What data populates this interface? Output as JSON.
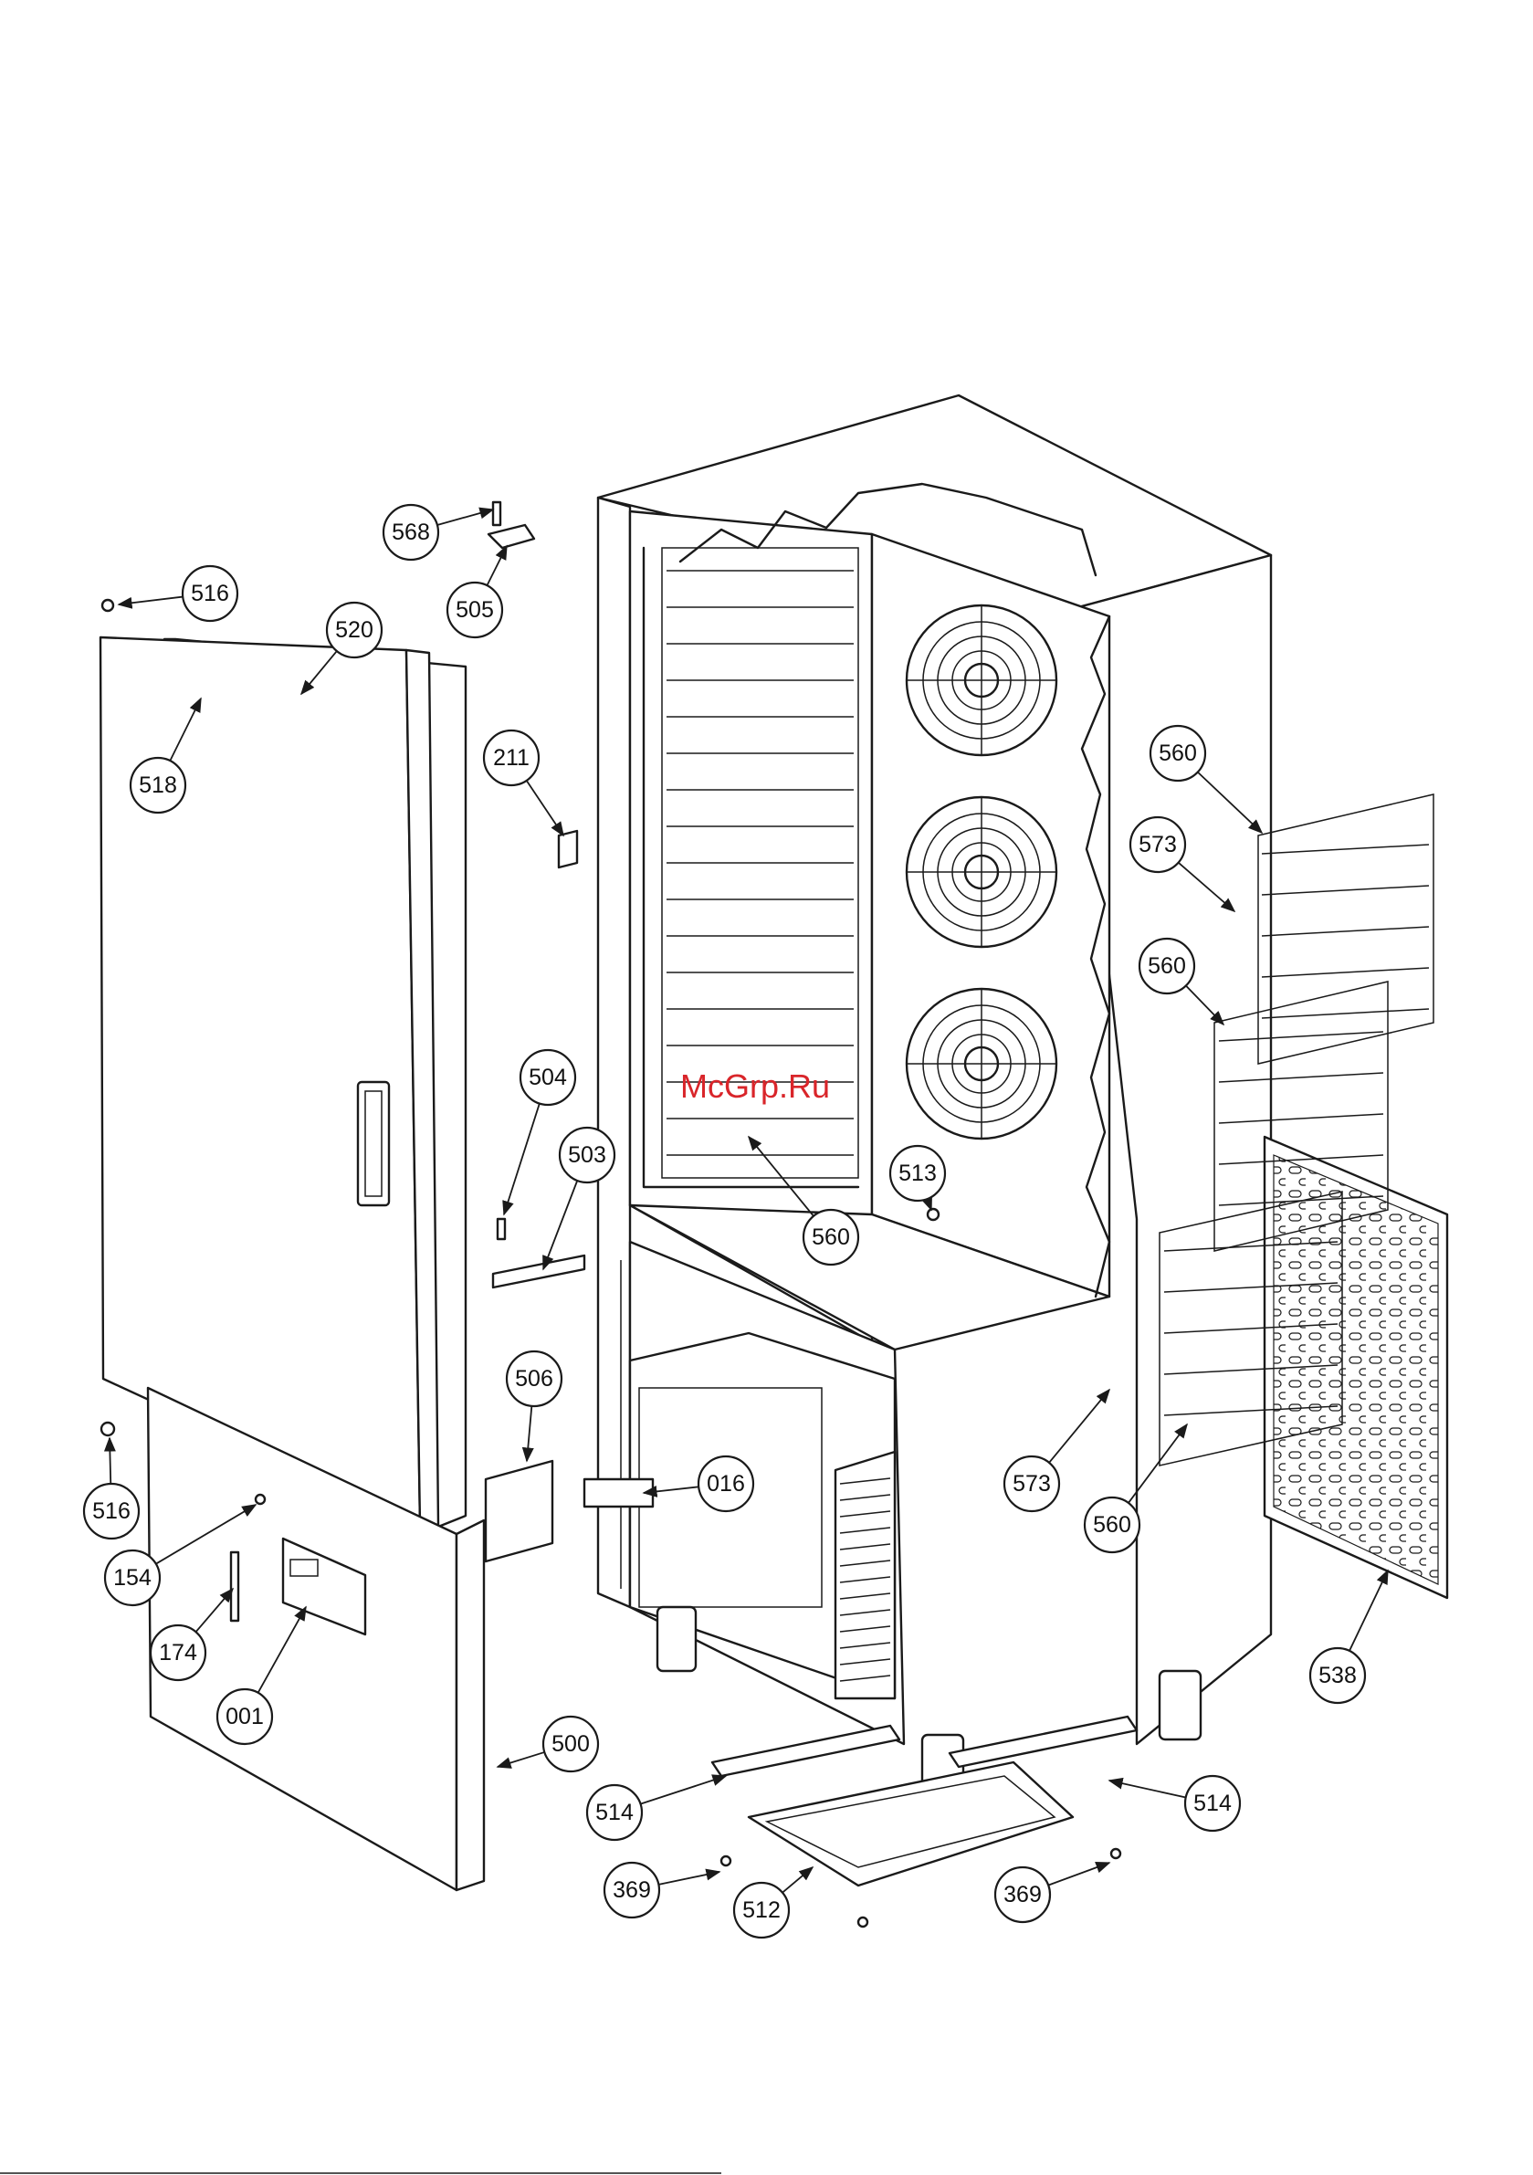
{
  "watermark": "McGrp.Ru",
  "colors": {
    "line": "#1a1a1a",
    "watermark": "#d9252a",
    "background": "#ffffff"
  },
  "callouts": [
    {
      "id": "c568",
      "label": "568"
    },
    {
      "id": "c505",
      "label": "505"
    },
    {
      "id": "c516a",
      "label": "516"
    },
    {
      "id": "c520",
      "label": "520"
    },
    {
      "id": "c518",
      "label": "518"
    },
    {
      "id": "c211",
      "label": "211"
    },
    {
      "id": "c504",
      "label": "504"
    },
    {
      "id": "c503",
      "label": "503"
    },
    {
      "id": "c560a",
      "label": "560"
    },
    {
      "id": "c513",
      "label": "513"
    },
    {
      "id": "c560b",
      "label": "560"
    },
    {
      "id": "c573a",
      "label": "573"
    },
    {
      "id": "c560c",
      "label": "560"
    },
    {
      "id": "c506",
      "label": "506"
    },
    {
      "id": "c016",
      "label": "016"
    },
    {
      "id": "c573b",
      "label": "573"
    },
    {
      "id": "c560d",
      "label": "560"
    },
    {
      "id": "c516b",
      "label": "516"
    },
    {
      "id": "c154",
      "label": "154"
    },
    {
      "id": "c174",
      "label": "174"
    },
    {
      "id": "c001",
      "label": "001"
    },
    {
      "id": "c538",
      "label": "538"
    },
    {
      "id": "c500",
      "label": "500"
    },
    {
      "id": "c514a",
      "label": "514"
    },
    {
      "id": "c514b",
      "label": "514"
    },
    {
      "id": "c369a",
      "label": "369"
    },
    {
      "id": "c512",
      "label": "512"
    },
    {
      "id": "c369b",
      "label": "369"
    }
  ]
}
